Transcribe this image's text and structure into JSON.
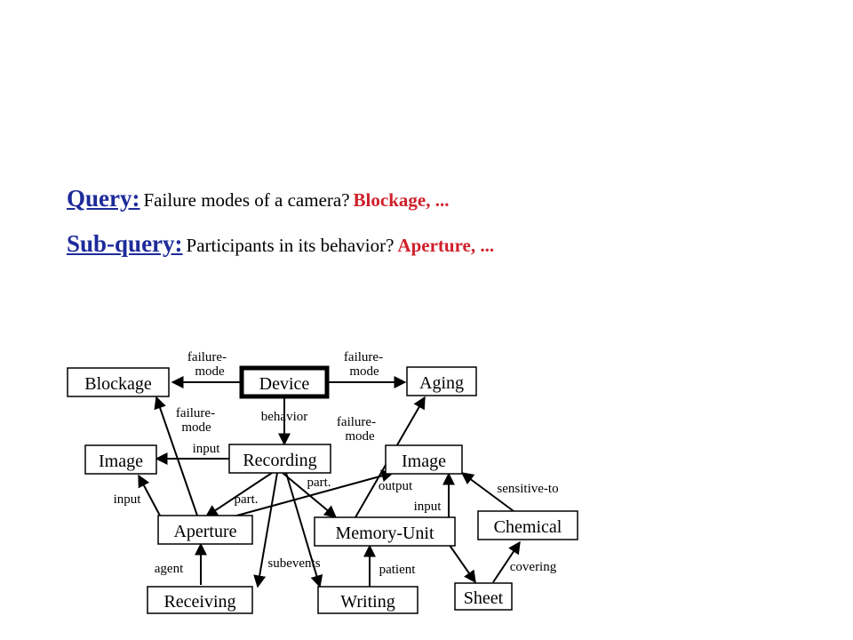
{
  "query": {
    "label": "Query:",
    "question": "Failure modes of a camera?",
    "answer": "Blockage, ..."
  },
  "subquery": {
    "label": "Sub-query:",
    "question": "Participants in its behavior?",
    "answer": "Aperture, ..."
  },
  "nodes": {
    "blockage": "Blockage",
    "device": "Device",
    "aging": "Aging",
    "image_left": "Image",
    "recording": "Recording",
    "image_right": "Image",
    "aperture": "Aperture",
    "memory_unit": "Memory-Unit",
    "chemical": "Chemical",
    "receiving": "Receiving",
    "writing": "Writing",
    "sheet": "Sheet"
  },
  "edge_labels": {
    "failure_mode_left_1": "failure-",
    "failure_mode_left_2": "mode",
    "failure_mode_right_1": "failure-",
    "failure_mode_right_2": "mode",
    "failure_mode_aperture_1": "failure-",
    "failure_mode_aperture_2": "mode",
    "failure_mode_memory_1": "failure-",
    "failure_mode_memory_2": "mode",
    "behavior": "behavior",
    "input_recording": "input",
    "input_aperture": "input",
    "part_aperture": "part.",
    "part_memory": "part.",
    "output": "output",
    "input_memory": "input",
    "sensitive_to": "sensitive-to",
    "covering": "covering",
    "agent": "agent",
    "subevents": "subevents",
    "patient": "patient"
  }
}
